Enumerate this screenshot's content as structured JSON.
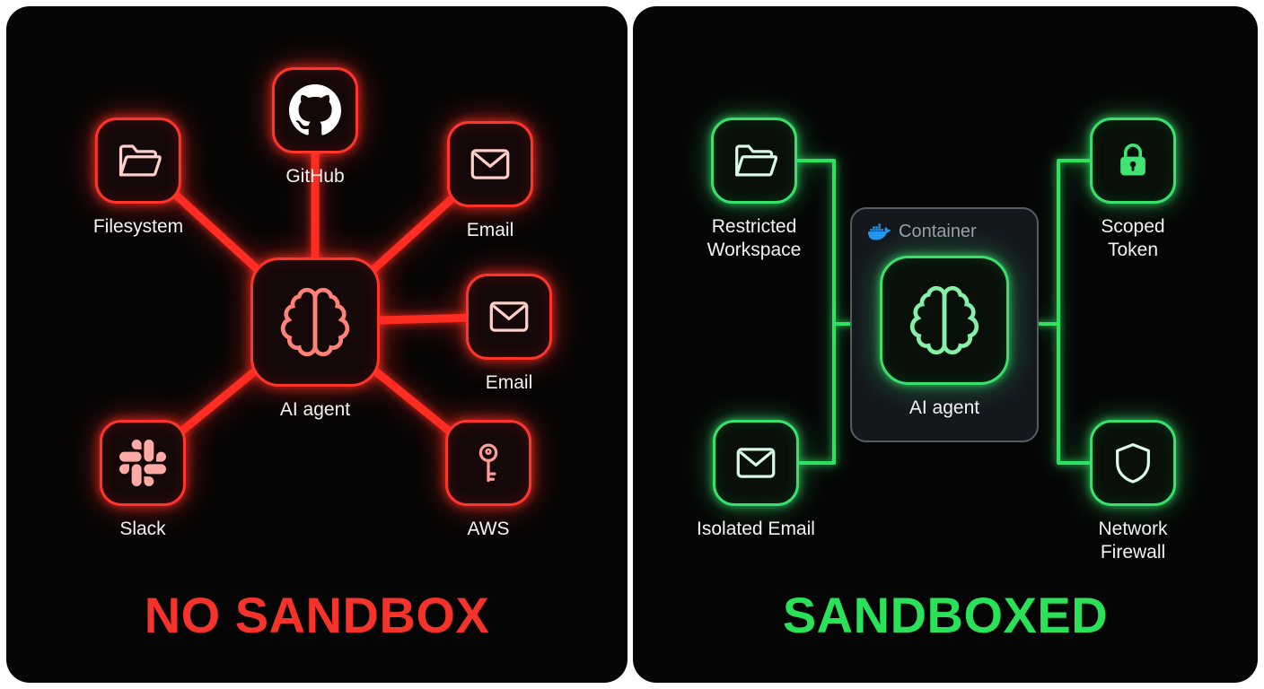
{
  "left_panel": {
    "title": "NO SANDBOX",
    "accent_color": "#f5332a",
    "center_node": {
      "label": "AI agent",
      "icon": "brain-icon"
    },
    "nodes": [
      {
        "label": "Filesystem",
        "icon": "folder-icon"
      },
      {
        "label": "GitHub",
        "icon": "github-icon"
      },
      {
        "label": "Email",
        "icon": "envelope-icon"
      },
      {
        "label": "Email",
        "icon": "envelope-icon"
      },
      {
        "label": "AWS",
        "icon": "key-icon"
      },
      {
        "label": "Slack",
        "icon": "slack-icon"
      }
    ]
  },
  "right_panel": {
    "title": "SANDBOXED",
    "accent_color": "#29e257",
    "container": {
      "label": "Container",
      "icon": "docker-icon"
    },
    "center_node": {
      "label": "AI agent",
      "icon": "brain-icon"
    },
    "nodes": [
      {
        "label": "Restricted Workspace",
        "icon": "folder-icon"
      },
      {
        "label": "Scoped Token",
        "icon": "lock-icon"
      },
      {
        "label": "Isolated Email",
        "icon": "envelope-icon"
      },
      {
        "label": "Network Firewall",
        "icon": "shield-icon"
      }
    ]
  }
}
